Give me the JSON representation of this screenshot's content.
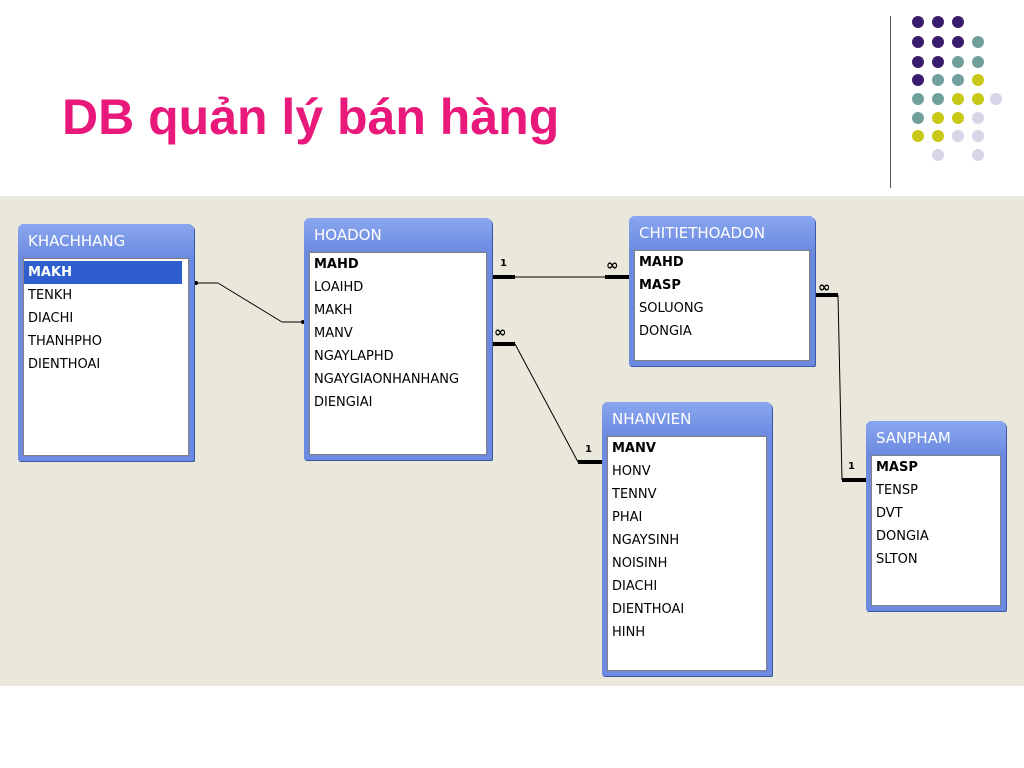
{
  "slide": {
    "title": "DB quản lý bán hàng"
  },
  "colors": {
    "title": "#e8197a",
    "purple": "#3b1b6b",
    "teal": "#6fa09c",
    "olive": "#c8c818",
    "lavender": "#d6d6e8",
    "canvas": "#eae8da",
    "table_header": "#6c8be0"
  },
  "tables": {
    "khachhang": {
      "name": "KHACHHANG",
      "fields": [
        "MAKH",
        "TENKH",
        "DIACHI",
        "THANHPHO",
        "DIENTHOAI"
      ]
    },
    "hoadon": {
      "name": "HOADON",
      "fields": [
        "MAHD",
        "LOAIHD",
        "MAKH",
        "MANV",
        "NGAYLAPHD",
        "NGAYGIAONHANHANG",
        "DIENGIAI"
      ]
    },
    "chitiethoadon": {
      "name": "CHITIETHOADON",
      "fields": [
        "MAHD",
        "MASP",
        "SOLUONG",
        "DONGIA"
      ]
    },
    "nhanvien": {
      "name": "NHANVIEN",
      "fields": [
        "MANV",
        "HONV",
        "TENNV",
        "PHAI",
        "NGAYSINH",
        "NOISINH",
        "DIACHI",
        "DIENTHOAI",
        "HINH"
      ]
    },
    "sanpham": {
      "name": "SANPHAM",
      "fields": [
        "MASP",
        "TENSP",
        "DVT",
        "DONGIA",
        "SLTON"
      ]
    }
  },
  "relationships": {
    "hoadon_chitiet": {
      "one": "1",
      "many": "∞"
    },
    "hoadon_nhanvien": {
      "one": "1",
      "many": "∞"
    },
    "chitiet_sanpham": {
      "one": "1",
      "many": "∞"
    }
  }
}
